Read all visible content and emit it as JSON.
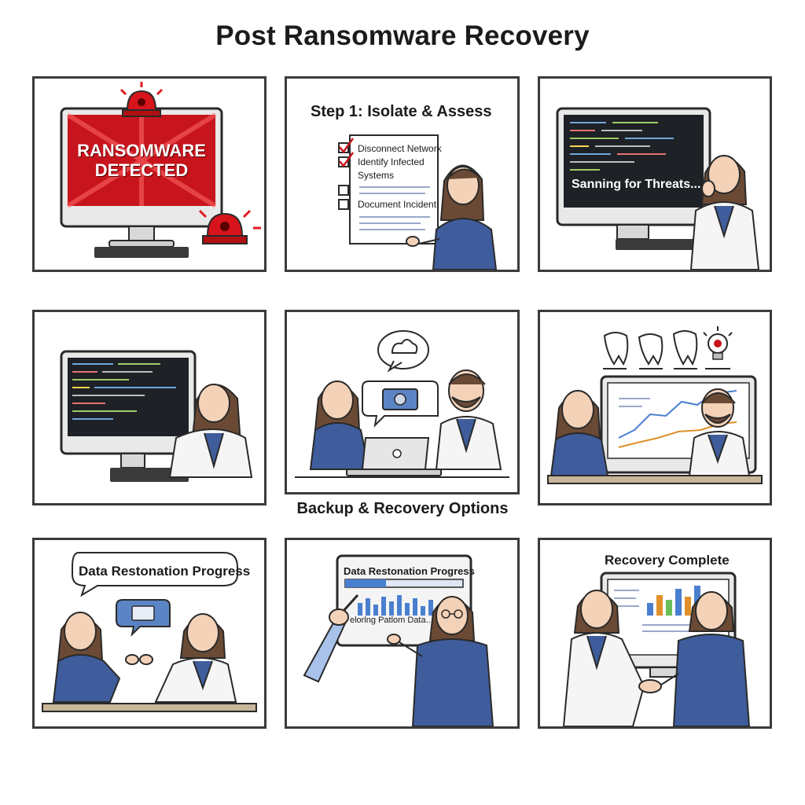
{
  "title": "Post Ransomware Recovery",
  "panels": {
    "alert": {
      "line1": "RANSOMWARE",
      "line2": "DETECTED"
    },
    "isolate": {
      "heading": "Step 1: Isolate & Assess",
      "checklist": [
        "Disconnect Network",
        "Identify Infected",
        "Systems",
        "Document Incident"
      ]
    },
    "scan": {
      "status": "Sanning for Threats..."
    },
    "restore_talk": {
      "heading": "Data Restonation Progress"
    },
    "restore_screen": {
      "heading": "Data Restonation Progress",
      "status": "elorlng Patlom Data..."
    },
    "complete": {
      "heading": "Recovery Complete"
    }
  },
  "caption": "Backup & Recovery Options",
  "colors": {
    "alert_red": "#c8141c",
    "scrub_blue": "#3f5d9c",
    "ink": "#2a2a2a",
    "progress_blue": "#4a7fd0"
  },
  "icons": [
    "siren-icon",
    "cloud-icon",
    "hard-drive-icon",
    "tooth-icon",
    "lightbulb-icon",
    "checkbox-icon",
    "bar-chart-icon",
    "handshake-icon"
  ]
}
